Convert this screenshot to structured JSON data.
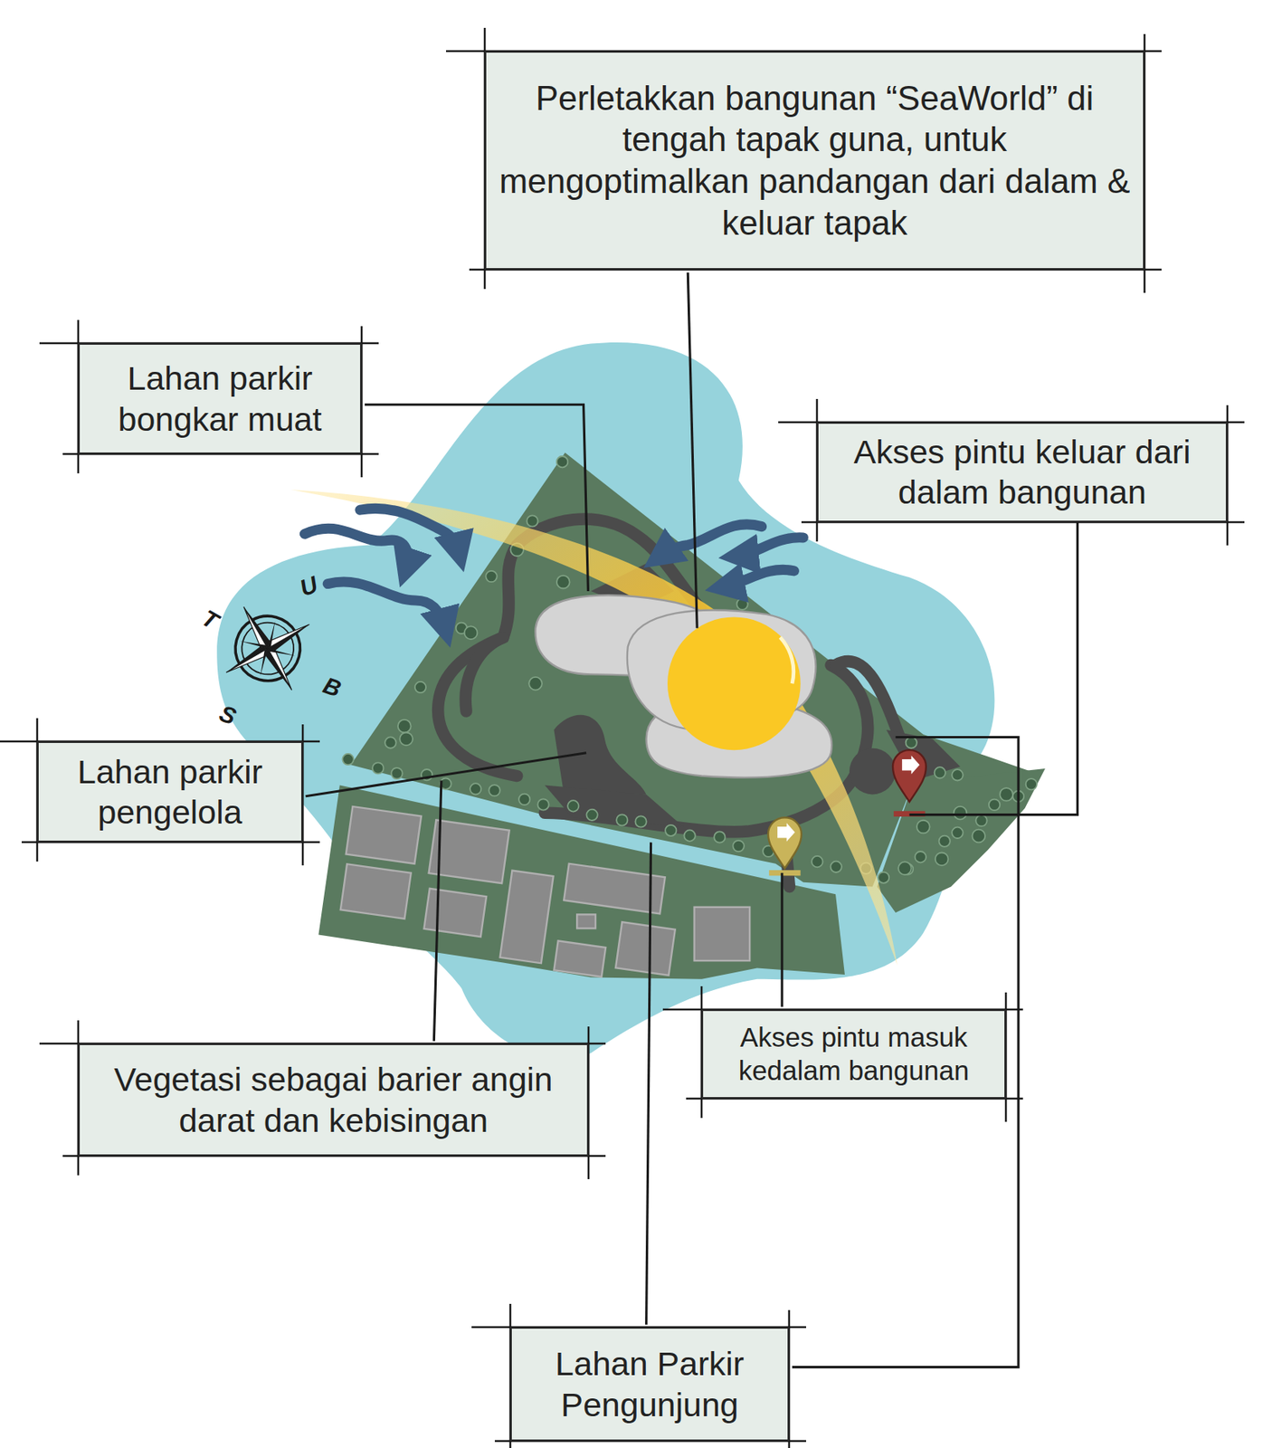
{
  "diagram": {
    "nodes": [
      {
        "text": [
          "Perletakkan bangunan “SeaWorld” di tengah tapak guna, untuk mengoptimalkan pandangan dari dalam & keluar tapak"
        ]
      },
      {
        "text": [
          "Lahan parkir bongkar muat"
        ]
      },
      {
        "text": [
          "Akses pintu keluar dari dalam bangunan"
        ]
      },
      {
        "text": [
          "Lahan parkir pengelola"
        ]
      },
      {
        "text": [
          "Akses pintu masuk kedalam bangunan"
        ]
      },
      {
        "text": [
          "Vegetasi sebagai barier angin darat dan kebisingan"
        ]
      },
      {
        "text": [
          "Lahan Parkir Pengunjung"
        ]
      }
    ],
    "labels": [
      "U",
      "T",
      "B",
      "S"
    ]
  }
}
